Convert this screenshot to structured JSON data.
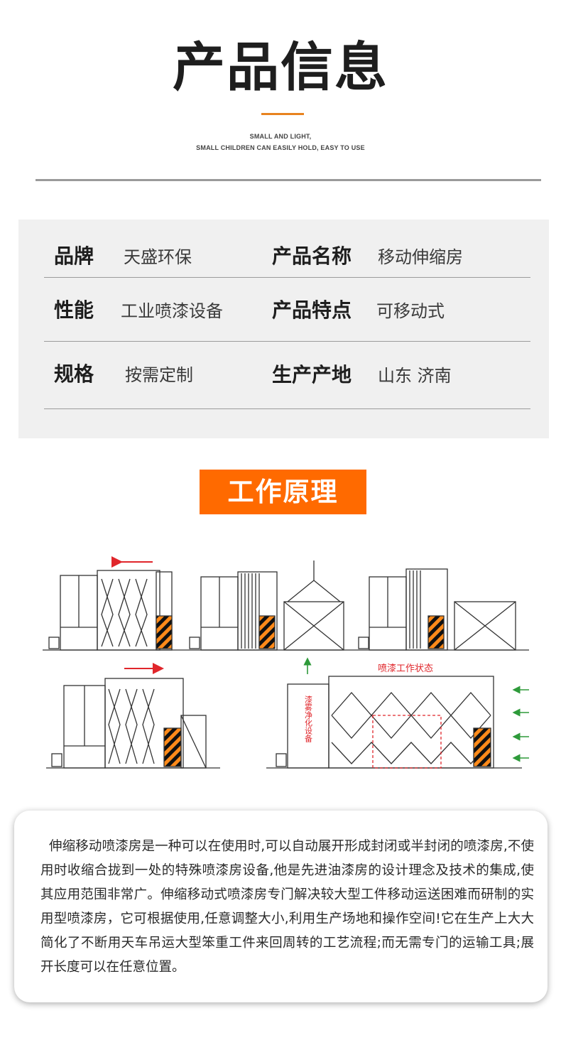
{
  "header": {
    "title": "产品信息",
    "subtitle_line1": "SMALL AND LIGHT,",
    "subtitle_line2": "SMALL CHILDREN CAN EASILY HOLD, EASY TO USE"
  },
  "info": {
    "rows": [
      [
        {
          "label": "品牌",
          "value": "天盛环保"
        },
        {
          "label": "产品名称",
          "value": "移动伸缩房"
        }
      ],
      [
        {
          "label": "性能",
          "value": "工业喷漆设备"
        },
        {
          "label": "产品特点",
          "value": "可移动式"
        }
      ],
      [
        {
          "label": "规格",
          "value": "按需定制"
        },
        {
          "label": "生产产地",
          "value": "山东 济南"
        }
      ]
    ]
  },
  "section": {
    "title": "工作原理"
  },
  "diagram": {
    "working_label": "喷漆工作状态",
    "unit_label": "漆雾净化设备"
  },
  "description": {
    "text": "伸缩移动喷漆房是一种可以在使用时,可以自动展开形成封闭或半封闭的喷漆房,不使用时收缩合拢到一处的特殊喷漆房设备,他是先进油漆房的设计理念及技术的集成,使其应用范围非常广。伸缩移动式喷漆房专门解决较大型工件移动运送困难而研制的实用型喷漆房，它可根据使用,任意调整大小,利用生产场地和操作空间!它在生产上大大简化了不断用天车吊运大型笨重工件来回周转的工艺流程;而无需专门的运输工具;展开长度可以在任意位置。"
  },
  "colors": {
    "accent": "#ff6a00",
    "underline": "#e8831f",
    "panel_bg": "#f0f0f0",
    "arrow_red": "#e0262b",
    "arrow_green": "#2e9a3a"
  }
}
